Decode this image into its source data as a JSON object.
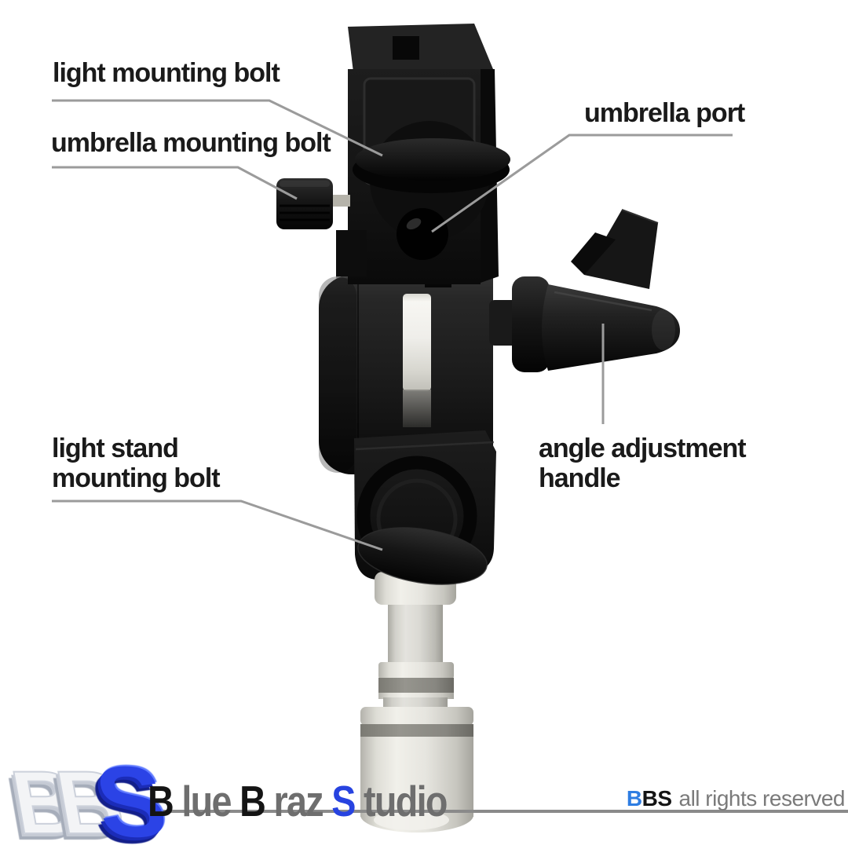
{
  "page": {
    "background": "#ffffff"
  },
  "diagram": {
    "label_color": "#1a1a1a",
    "leader_color": "#9b9b9b",
    "labels": [
      {
        "name": "light-mounting-bolt",
        "lines": [
          "light mounting bolt"
        ]
      },
      {
        "name": "umbrella-mounting-bolt",
        "lines": [
          "umbrella mounting bolt"
        ]
      },
      {
        "name": "umbrella-port",
        "lines": [
          "umbrella port"
        ]
      },
      {
        "name": "angle-adjustment-handle",
        "lines": [
          "angle adjustment",
          "handle"
        ]
      },
      {
        "name": "light-stand-mounting-bolt",
        "lines": [
          "light stand",
          "mounting bolt"
        ]
      }
    ]
  },
  "branding": {
    "logo_letters": [
      "B",
      "B",
      "S"
    ],
    "wordmark": [
      "B",
      "lue",
      "B",
      "raz",
      "S",
      "tudio"
    ],
    "rights": [
      "B",
      "BS",
      "all rights reserved"
    ],
    "colors": {
      "logo_blue": "#2b43e6",
      "wordmark_blue": "#2743e0",
      "rights_blue": "#2e7de2",
      "text_black": "#141414",
      "text_gray": "#6e6e6e",
      "underline_gray": "#8a8a8a",
      "leader_gray": "#9b9b9b"
    }
  }
}
